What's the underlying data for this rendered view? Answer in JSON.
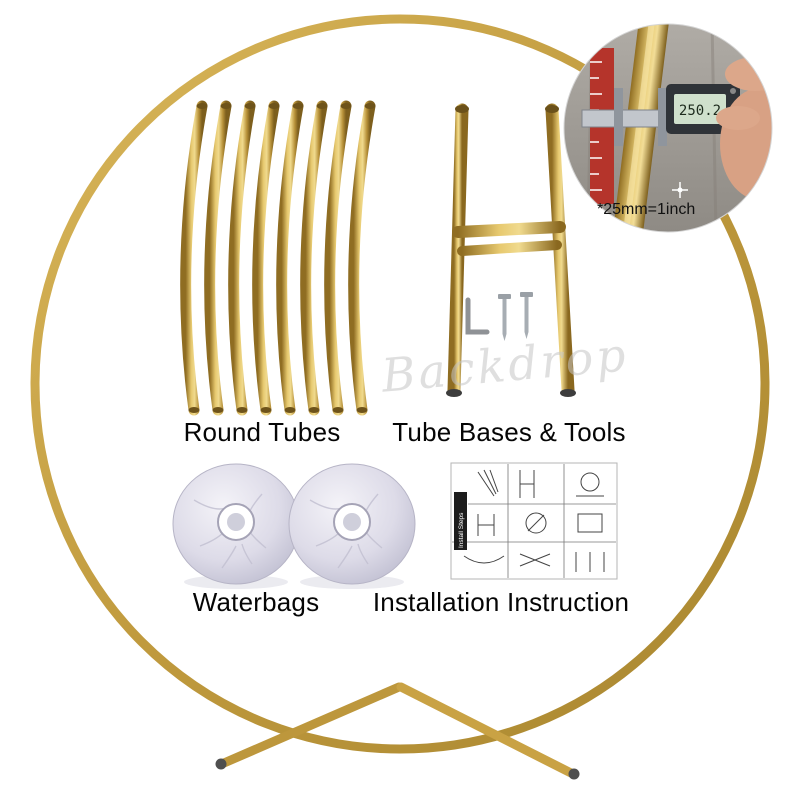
{
  "labels": {
    "round_tubes": "Round Tubes",
    "tube_bases_tools": "Tube Bases &  Tools",
    "waterbags": "Waterbags",
    "installation_instruction": "Installation Instruction"
  },
  "inset": {
    "caliper_reading": "250.2",
    "note": "*25mm=1inch"
  },
  "watermark": "Backdrop",
  "instruction_sheet": {
    "side_label": "Install Steps"
  },
  "colors": {
    "background": "#ffffff",
    "gold": "#c29a3d",
    "gold_dark": "#8f6d22",
    "gold_light": "#edd28a",
    "waterbag": "#d7d5e4",
    "caliper_tape_red": "#b5342b",
    "lcd_screen": "#cfe0cc",
    "label_text": "#050505"
  }
}
